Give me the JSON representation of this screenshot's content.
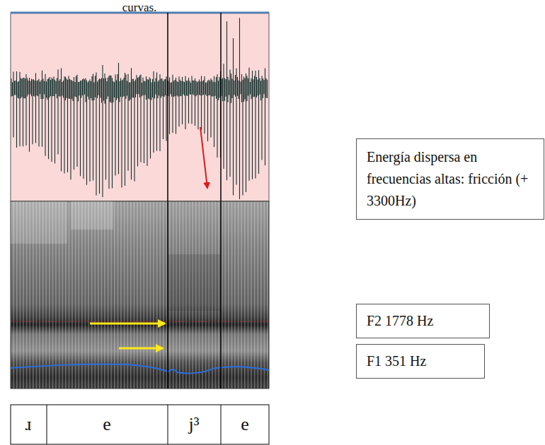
{
  "diagram": {
    "nodes": [
      {
        "text": [
          "Energía dispersa en frecuencias altas: fricción (+ 3300Hz)"
        ]
      },
      {
        "text": [
          "F2 1778 Hz"
        ]
      },
      {
        "text": [
          "F1 351 Hz"
        ]
      }
    ],
    "labels": [
      "curvas.",
      "ɹ",
      "e",
      "j³",
      "e"
    ]
  }
}
